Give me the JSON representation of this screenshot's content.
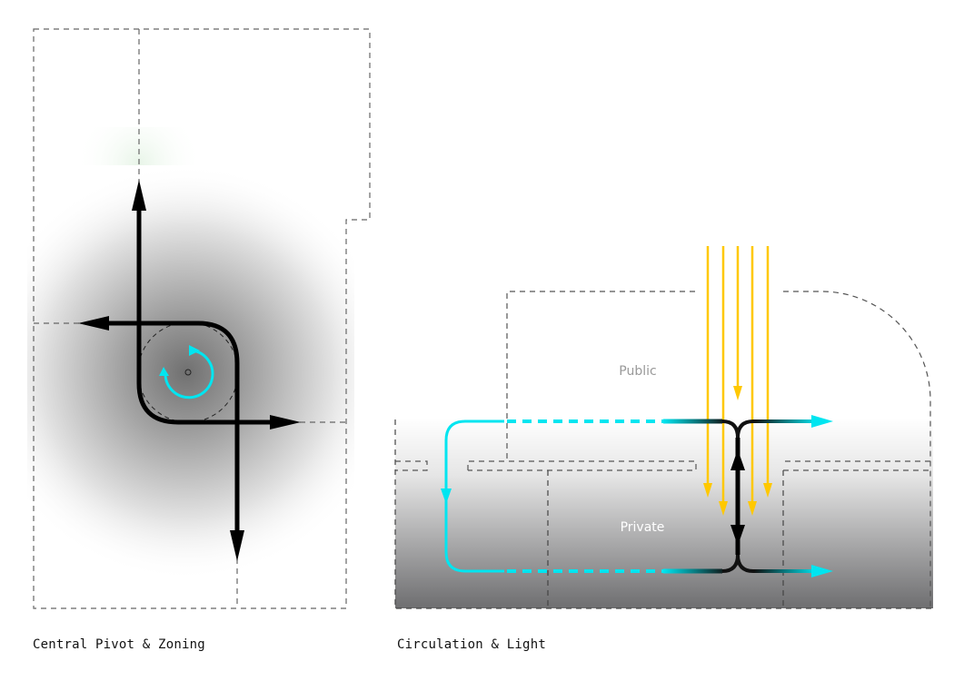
{
  "diagrams": [
    {
      "id": "central-pivot",
      "caption": "Central Pivot & Zoning",
      "elements": {
        "arrows": [
          "up",
          "left",
          "right",
          "down"
        ],
        "rotation_icon": "clockwise-rotation-icon",
        "pivot_point": "pivot-center-icon"
      }
    },
    {
      "id": "circulation-light",
      "caption": "Circulation & Light",
      "zones": {
        "public_label": "Public",
        "private_label": "Private"
      },
      "light_rays": 5
    }
  ],
  "colors": {
    "circulation": "#00e5f0",
    "light": "#ffc800",
    "structure": "#000000",
    "outline": "#555555",
    "public_text": "#999999",
    "private_text": "#ffffff"
  }
}
